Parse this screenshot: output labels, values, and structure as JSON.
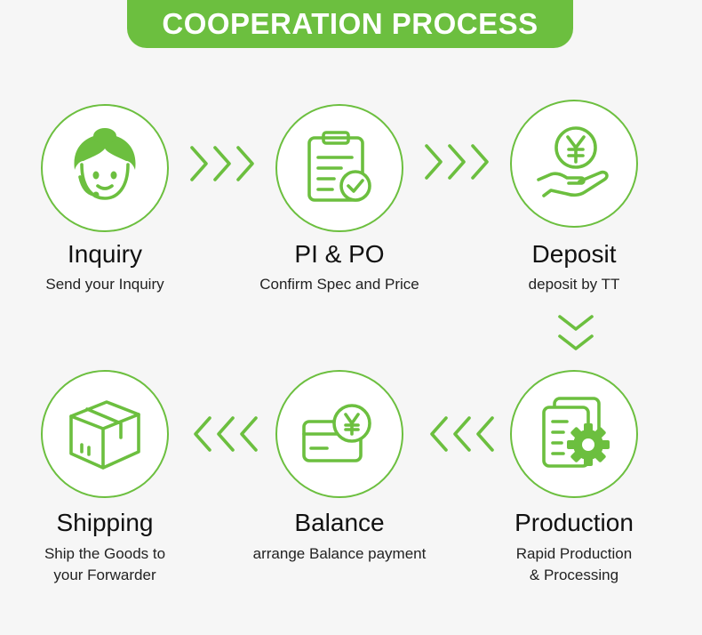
{
  "banner": {
    "title": "COOPERATION PROCESS"
  },
  "colors": {
    "accent": "#6cbf3f",
    "background": "#f6f6f6",
    "text": "#111111"
  },
  "steps": [
    {
      "icon": "customer-service-icon",
      "title": "Inquiry",
      "desc": "Send your Inquiry"
    },
    {
      "icon": "clipboard-check-icon",
      "title": "PI & PO",
      "desc": "Confirm Spec and Price"
    },
    {
      "icon": "yen-coin-hand-icon",
      "title": "Deposit",
      "desc": "deposit by TT"
    },
    {
      "icon": "document-gear-icon",
      "title": "Production",
      "desc_line1": "Rapid Production",
      "desc_line2": "& Processing"
    },
    {
      "icon": "card-yen-icon",
      "title": "Balance",
      "desc": "arrange Balance payment"
    },
    {
      "icon": "package-box-icon",
      "title": "Shipping",
      "desc_line1": "Ship the Goods to",
      "desc_line2": "your Forwarder"
    }
  ]
}
